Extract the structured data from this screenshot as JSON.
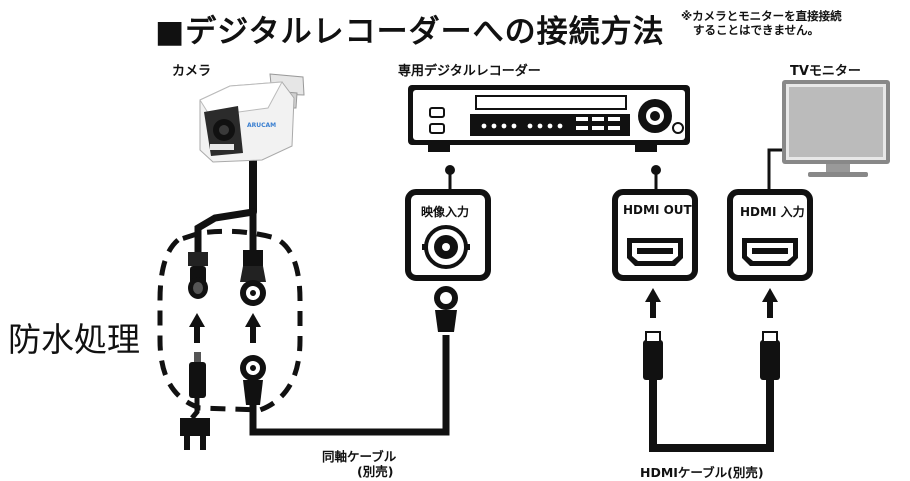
{
  "title": "■デジタルレコーダーへの接続方法",
  "note": [
    "※カメラとモニターを直接接続",
    "することはできません。"
  ],
  "labels": {
    "camera": "カメラ",
    "recorder": "専用デジタルレコーダー",
    "monitor": "TVモニター",
    "camera_brand": "ARUCAM"
  },
  "ports": {
    "video_in": "映像入力",
    "hdmi_out": "HDMI OUT",
    "hdmi_in": "HDMI 入力"
  },
  "waterproof": "防水処理",
  "cables": {
    "coax_name": "同軸ケーブル",
    "coax_note": "(別売)",
    "hdmi": "HDMIケーブル(別売)"
  }
}
